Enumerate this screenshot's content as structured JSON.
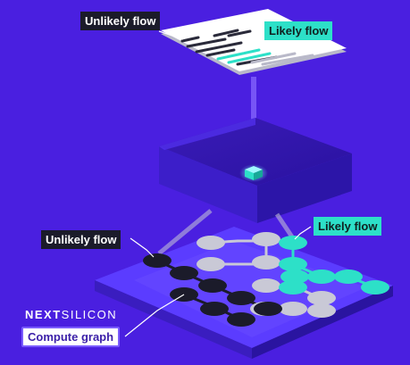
{
  "labels": {
    "unlikely_top": "Unlikely flow",
    "likely_top": "Likely flow",
    "unlikely_left": "Unlikely flow",
    "likely_right": "Likely flow",
    "compute_graph": "Compute graph"
  },
  "brand": {
    "bold": "NEXT",
    "light": "SILICON"
  },
  "colors": {
    "background": "#4a1fe0",
    "likely": "#2de0c8",
    "unlikely": "#1b1b2a",
    "idle_node": "#c9c9d6"
  }
}
